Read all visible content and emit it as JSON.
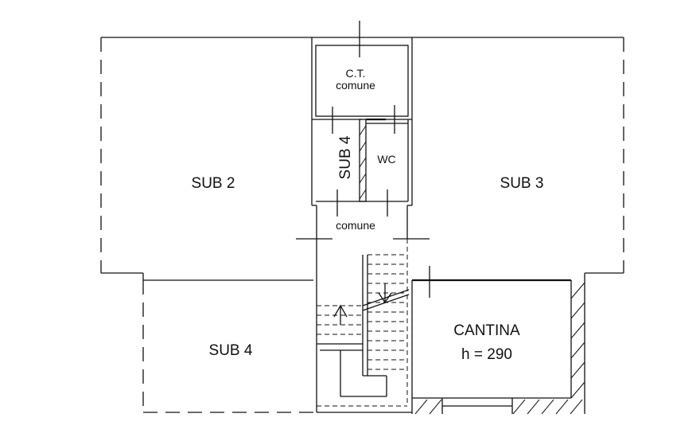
{
  "labels": {
    "sub2": "SUB 2",
    "sub3": "SUB 3",
    "sub4_vertical": "SUB 4",
    "sub4_bottom": "SUB 4",
    "ct_line1": "C.T.",
    "ct_line2": "comune",
    "wc": "WC",
    "corridor": "comune",
    "cantina": "CANTINA",
    "cantina_height": "h = 290"
  }
}
